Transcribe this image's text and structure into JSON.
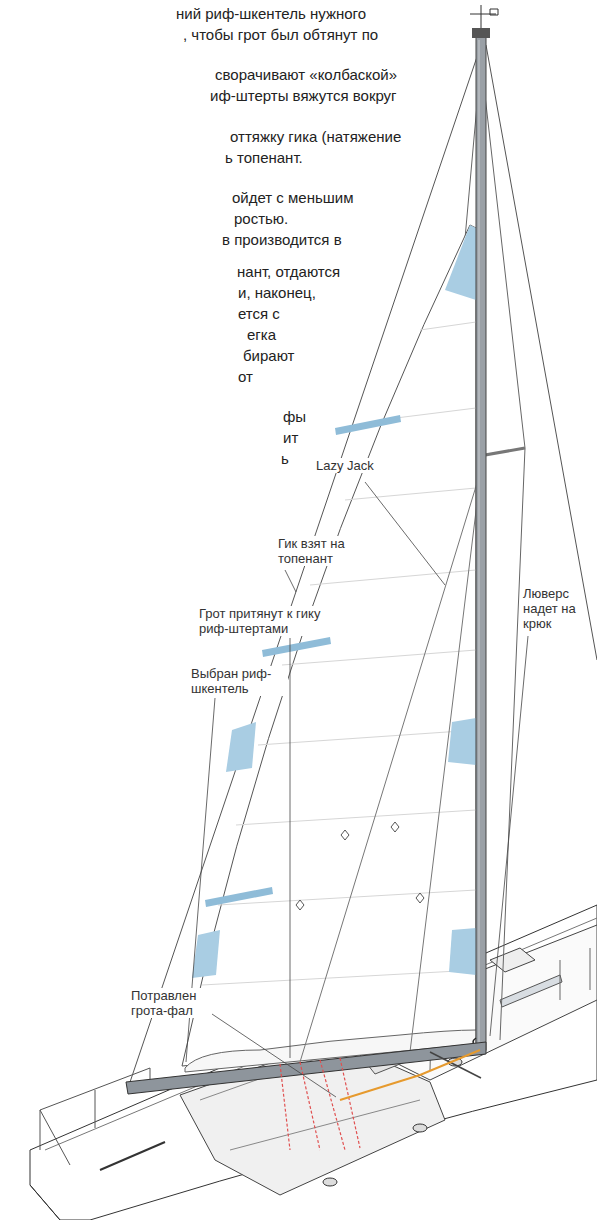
{
  "diagram": {
    "labels": [
      "ний риф-шкентель нужного",
      ", чтобы грот был обтянут по",
      "сворачивают «колбаской»",
      "иф-штерты вяжутся вокруг",
      "оттяжку гика (натяжение",
      "ь топенант.",
      "ойдет с меньшим",
      "ростью.",
      "в производится в",
      "нант, отдаются",
      "и, наконец,",
      "ется с",
      "егка",
      "бирают",
      "от",
      "фы",
      "ит",
      "ь",
      "Lazy Jack",
      "Гик взят на топенант",
      "Грот притянут к гику риф-штертами",
      "Выбран риф-шкентель",
      "Люверс надет на крюк",
      "Потравлен грота-фал"
    ]
  }
}
